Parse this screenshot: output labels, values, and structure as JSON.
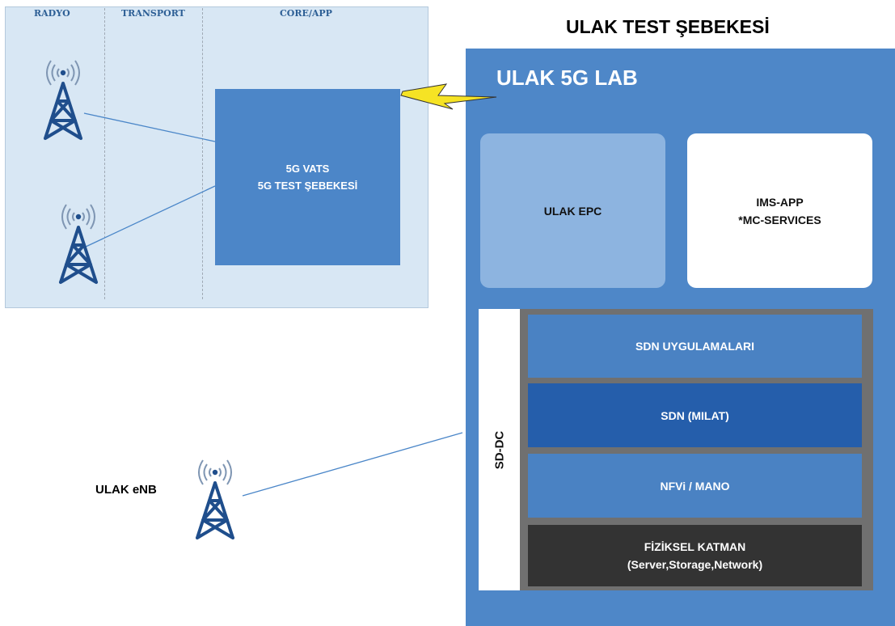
{
  "left_panel": {
    "columns": [
      "RADYO",
      "TRANSPORT",
      "CORE/APP"
    ],
    "vats_line1": "5G VATS",
    "vats_line2": "5G TEST ŞEBEKESİ"
  },
  "network_title": "ULAK TEST ŞEBEKESİ",
  "lab": {
    "title": "ULAK 5G LAB",
    "epc": "ULAK EPC",
    "ims_line1": "IMS-APP",
    "ims_line2": "*MC-SERVICES",
    "sddc": {
      "label": "SD-DC",
      "layers": [
        {
          "name": "SDN UYGULAMALARI"
        },
        {
          "name": "SDN (MILAT)"
        },
        {
          "name": "NFVi / MANO"
        },
        {
          "name": "FİZİKSEL KATMAN",
          "subtitle": "(Server,Storage,Network)"
        }
      ]
    }
  },
  "enb_label": "ULAK eNB",
  "colors": {
    "tower": "#1f4e8c",
    "signal": "#7f96b3",
    "link": "#4a86c8",
    "lightning": "#f6e324"
  }
}
